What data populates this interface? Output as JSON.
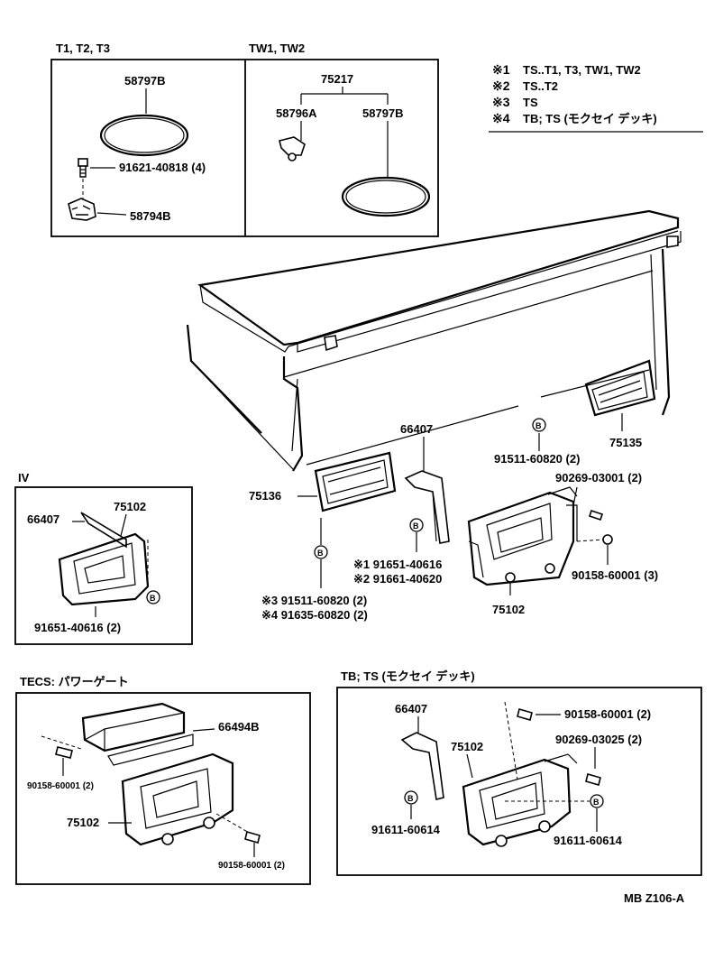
{
  "legend": {
    "items": [
      {
        "mark": "※1",
        "text": "TS..T1, T3, TW1, TW2"
      },
      {
        "mark": "※2",
        "text": "TS..T2"
      },
      {
        "mark": "※3",
        "text": "TS"
      },
      {
        "mark": "※4",
        "text": "TB; TS (モクセイ デッキ)"
      }
    ]
  },
  "box_t": {
    "title": "T1, T2, T3",
    "p1": "58797B",
    "p2": "91621-40818 (4)",
    "p3": "58794B"
  },
  "box_tw": {
    "title": "TW1, TW2",
    "p1": "75217",
    "p2": "58796A",
    "p3": "58797B"
  },
  "main": {
    "p_66407": "66407",
    "p_75135": "75135",
    "p_75136": "75136",
    "p_91511_a": "91511-60820 (2)",
    "p_90269": "90269-03001 (2)",
    "p_90158": "90158-60001 (3)",
    "p_75102": "75102",
    "p_m1": "※1 91651-40616",
    "p_m2": "※2 91661-40620",
    "p_m3": "※3 91511-60820 (2)",
    "p_m4": "※4 91635-60820 (2)",
    "circle_b": "B"
  },
  "box_iv": {
    "title": "IV",
    "p1": "66407",
    "p2": "75102",
    "p3": "91651-40616 (2)"
  },
  "box_tecs": {
    "title": "TECS: パワーゲート",
    "p1": "66494B",
    "p2": "90158-60001 (2)",
    "p3": "75102",
    "p4": "90158-60001 (2)"
  },
  "box_tb": {
    "title": "TB; TS (モクセイ デッキ)",
    "p1": "66407",
    "p2": "90158-60001 (2)",
    "p3": "75102",
    "p4": "90269-03025 (2)",
    "p5": "91611-60614",
    "p6": "91611-60614"
  },
  "footer": {
    "code": "MB Z106-A"
  }
}
